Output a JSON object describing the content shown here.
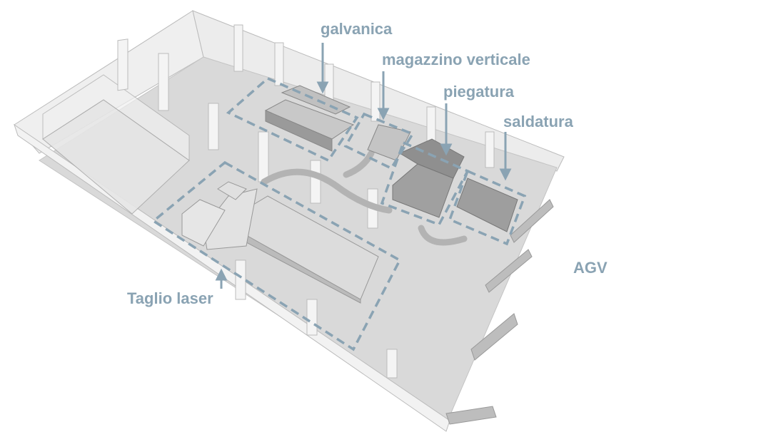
{
  "labels": {
    "galvanica": "galvanica",
    "magazzino": "magazzino verticale",
    "piegatura": "piegatura",
    "saldatura": "saldatura",
    "taglio": "Taglio laser",
    "agv": "AGV"
  },
  "colors": {
    "label": "#8aa3b3",
    "floor": "#d9d9d9",
    "machine": "#a9a9a9",
    "wall": "#ececec"
  }
}
